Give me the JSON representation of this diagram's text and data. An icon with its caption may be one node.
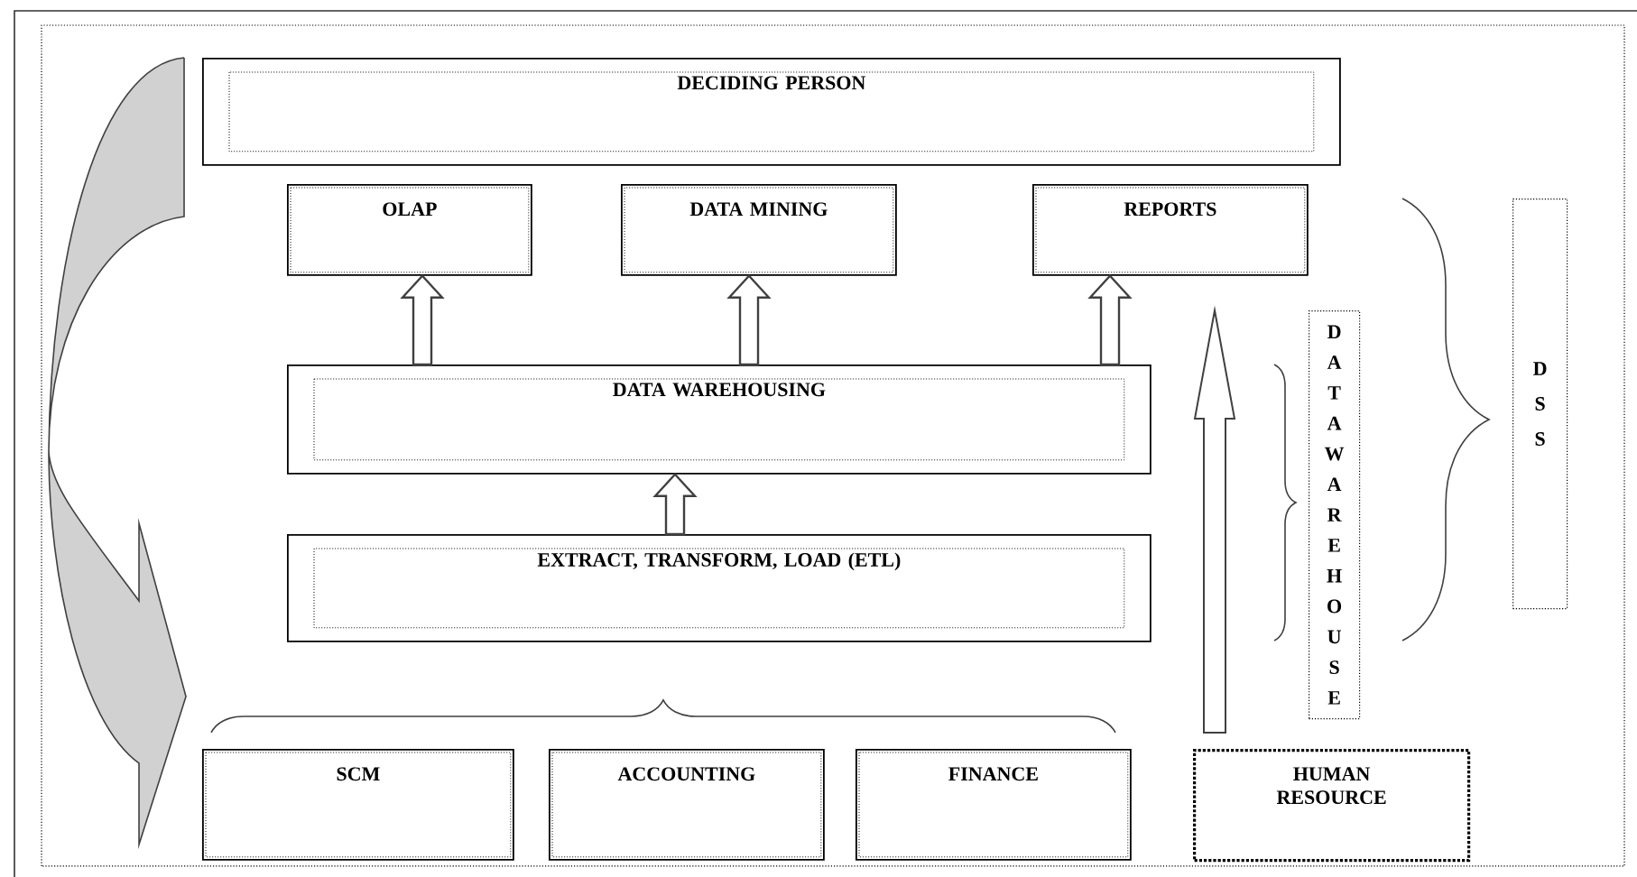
{
  "diagram": {
    "nodes": [
      {
        "text": [
          "DECIDING PERSON"
        ]
      },
      {
        "text": [
          "OLAP"
        ]
      },
      {
        "text": [
          "DATA MINING"
        ]
      },
      {
        "text": [
          "REPORTS"
        ]
      },
      {
        "text": [
          "DATA WAREHOUSING"
        ]
      },
      {
        "text": [
          "EXTRACT, TRANSFORM,  LOAD (ETL)"
        ]
      },
      {
        "text": [
          "SCM"
        ]
      },
      {
        "text": [
          "ACCOUNTING"
        ]
      },
      {
        "text": [
          "FINANCE"
        ]
      },
      {
        "text": [
          "HUMAN RESOURCE"
        ]
      },
      {
        "text": [
          "D A T A W A R E H O U S E"
        ]
      },
      {
        "text": [
          "D S S"
        ]
      }
    ],
    "edges": [
      {
        "from": 4,
        "to": 1,
        "arrow": "to"
      },
      {
        "from": 4,
        "to": 2,
        "arrow": "to"
      },
      {
        "from": 4,
        "to": 3,
        "arrow": "to"
      },
      {
        "from": 5,
        "to": 4,
        "arrow": "to"
      },
      {
        "from": 9,
        "to": null,
        "arrow": "to"
      },
      {
        "from": 0,
        "to": 6,
        "arrow": "to"
      }
    ]
  }
}
